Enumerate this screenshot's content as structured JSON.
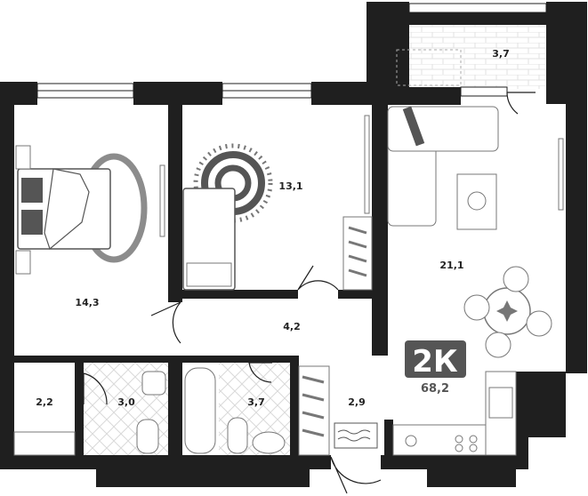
{
  "colors": {
    "wall": "#1f1f1f",
    "floor": "#ffffff",
    "tile": "#dcdcdc",
    "furniture": "#9a9a9a",
    "badge": "#555555"
  },
  "plan": {
    "apartment_type": "2К",
    "total_area": "68,2",
    "rooms": [
      {
        "id": "balcony",
        "area": "3,7"
      },
      {
        "id": "bedroom-right",
        "area": "13,1"
      },
      {
        "id": "bedroom-left",
        "area": "14,3"
      },
      {
        "id": "living-kitchen",
        "area": "21,1"
      },
      {
        "id": "hall",
        "area": "4,2"
      },
      {
        "id": "closet",
        "area": "2,2"
      },
      {
        "id": "toilet",
        "area": "3,0"
      },
      {
        "id": "bathroom",
        "area": "3,7"
      },
      {
        "id": "entrance",
        "area": "2,9"
      }
    ]
  }
}
